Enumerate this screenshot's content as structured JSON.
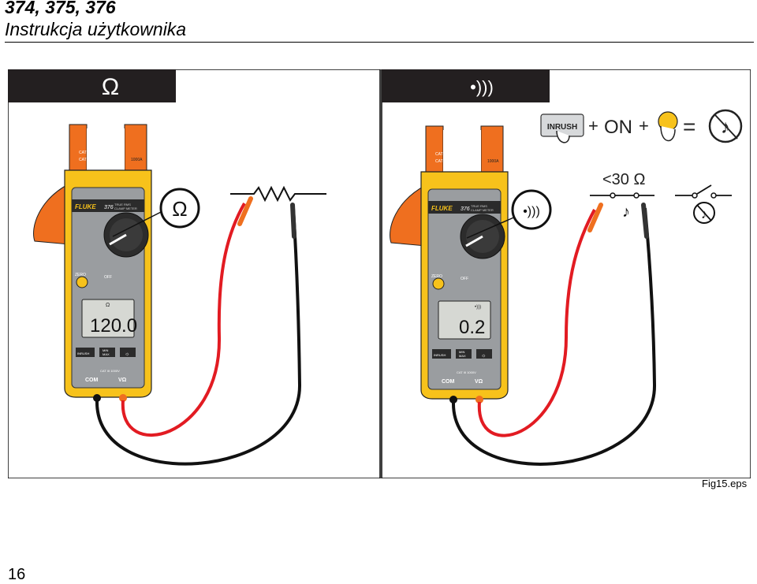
{
  "header": {
    "title": "374, 375, 376",
    "subtitle": "Instrukcja użytkownika"
  },
  "figure": {
    "label": "Fig15.eps",
    "left_panel": {
      "tab_symbol": "Ω",
      "callout_symbol": "Ω",
      "meter": {
        "cat_rating_1": "CAT III 1000V",
        "cat_rating_2": "CAT IV 600V",
        "current_rating": "1000A",
        "brand": "FLUKE",
        "model": "376",
        "model_caption_1": "TRUE RMS",
        "model_caption_2": "CLAMP METER",
        "zero_label": "ZERO",
        "off_label": "OFF",
        "display_unit": "Ω",
        "display_value": "120.0",
        "btn_inrush": "INRUSH",
        "btn_minmax_1": "MIN",
        "btn_minmax_2": "MAX",
        "btn_backlight": "☼",
        "terminal_rating": "CAT III 1000V",
        "terminal_com": "COM",
        "terminal_v": "VΩ"
      }
    },
    "right_panel": {
      "tab_symbol": "•)))",
      "callout_symbol": "•)))",
      "inrush_key": "INRUSH",
      "plus_1": "+",
      "on_text": "ON",
      "plus_2": "+",
      "equals": "=",
      "threshold": "<30 Ω",
      "meter": {
        "cat_rating_1": "CAT III 1000V",
        "cat_rating_2": "CAT IV 600V",
        "current_rating": "1000A",
        "brand": "FLUKE",
        "model": "376",
        "model_caption_1": "TRUE RMS",
        "model_caption_2": "CLAMP METER",
        "zero_label": "ZERO",
        "off_label": "OFF",
        "display_unit": "•)))",
        "display_value": "0.2",
        "btn_inrush": "INRUSH",
        "btn_minmax_1": "MIN",
        "btn_minmax_2": "MAX",
        "btn_backlight": "☼",
        "terminal_rating": "CAT III 1000V",
        "terminal_com": "COM",
        "terminal_v": "VΩ"
      }
    }
  },
  "page_number": "16",
  "colors": {
    "meter_yellow": "#f7c21b",
    "jaw_orange": "#ef6f1f",
    "face_gray": "#9a9da0",
    "lead_red": "#e21b22",
    "lead_black": "#111111",
    "tab_black": "#231f20"
  }
}
